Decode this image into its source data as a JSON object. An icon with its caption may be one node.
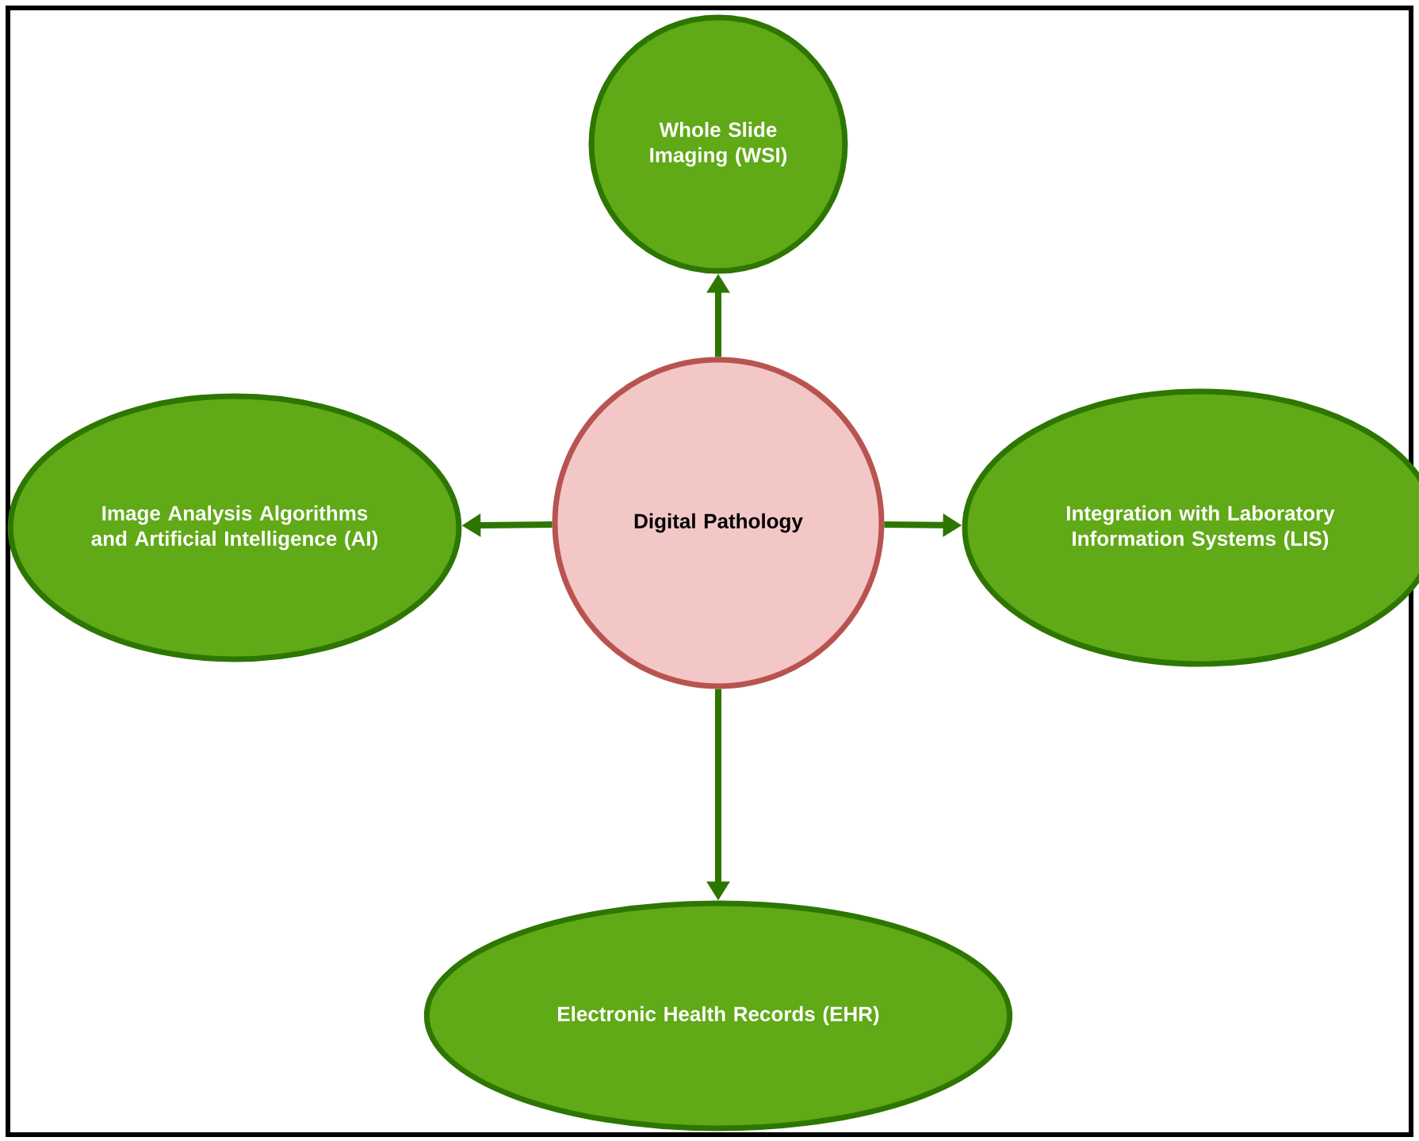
{
  "diagram": {
    "nodes": [
      {
        "text": [
          "Whole Slide Imaging (WSI)"
        ]
      },
      {
        "text": [
          "Image Analysis Algorithms and Artificial Intelligence (AI)"
        ]
      },
      {
        "text": [
          "Digital Pathology"
        ]
      },
      {
        "text": [
          "Integration with Laboratory Information Systems (LIS)"
        ]
      },
      {
        "text": [
          "Electronic Health Records (EHR)"
        ]
      }
    ],
    "edges": [
      {
        "from": 2,
        "to": 0,
        "arrow": "to"
      },
      {
        "from": 2,
        "to": 1,
        "arrow": "to"
      },
      {
        "from": 2,
        "to": 3,
        "arrow": "to"
      },
      {
        "from": 2,
        "to": 4,
        "arrow": "to"
      }
    ]
  }
}
